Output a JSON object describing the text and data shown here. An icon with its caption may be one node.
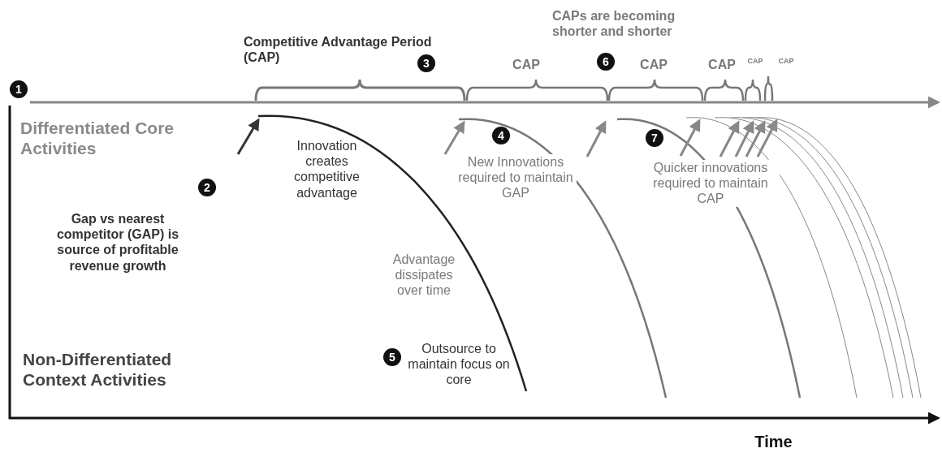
{
  "diagram": {
    "labels": [
      "Competitive Advantage Period (CAP)",
      "CAPs are becoming shorter and shorter",
      "3",
      "CAP",
      "6",
      "CAP",
      "CAP",
      "CAP",
      "CAP",
      "1",
      "Differentiated Core Activities",
      "Innovation creates competitive advantage",
      "4",
      "7",
      "New Innovations required to maintain GAP",
      "Quicker innovations required to maintain CAP",
      "2",
      "Gap vs nearest competitor (GAP) is source of profitable revenue growth",
      "Advantage dissipates over time",
      "Non-Differentiated Context Activities",
      "5",
      "Outsource to maintain focus on core",
      "Time"
    ]
  }
}
